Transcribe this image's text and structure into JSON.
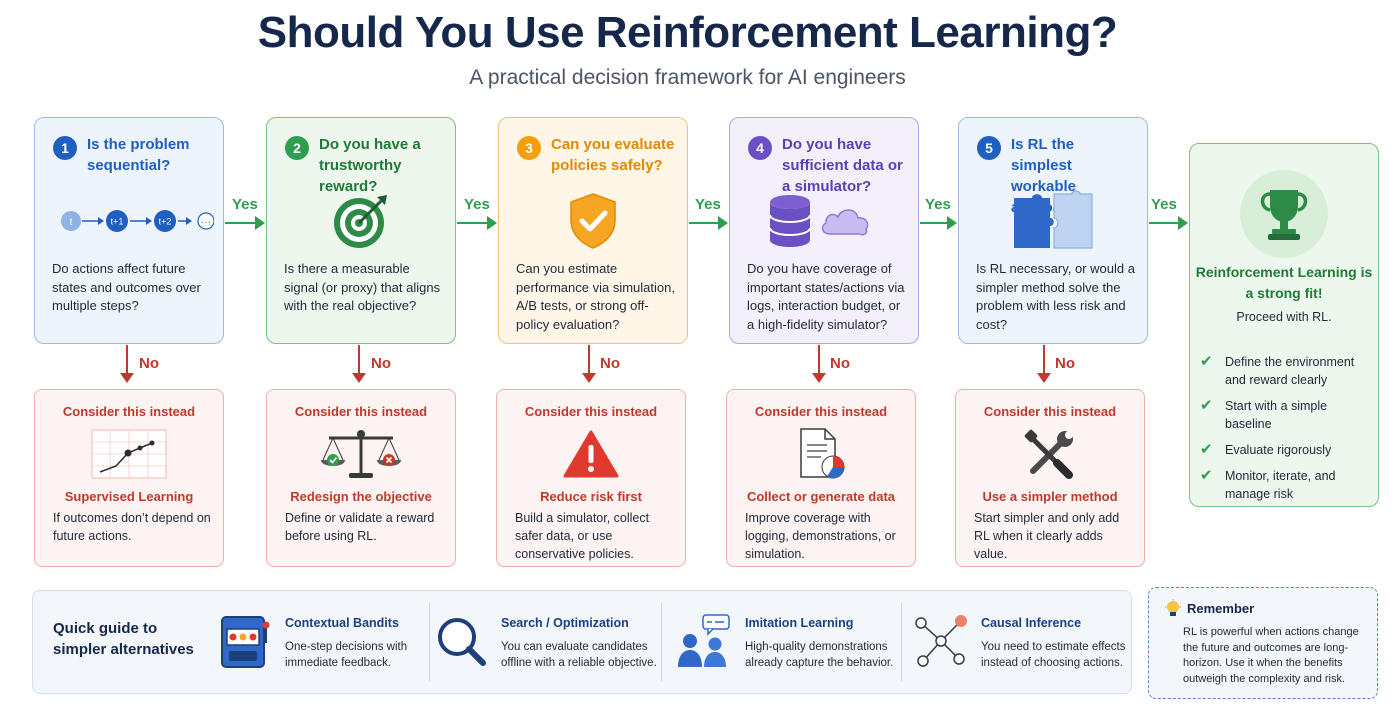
{
  "header": {
    "title": "Should You Use Reinforcement Learning?",
    "subtitle": "A practical decision framework for AI engineers"
  },
  "colors": {
    "blue": "#1f5fbf",
    "green": "#2e9e4f",
    "orange": "#f59e0b",
    "purple": "#6b4fc4",
    "red": "#c0392b",
    "navy": "#15284b"
  },
  "questions": [
    {
      "num": "1",
      "title": "Is the problem sequential?",
      "desc": "Do actions affect future states and outcomes over multiple steps?",
      "icon": "timeline-icon",
      "timeline": [
        "t",
        "t+1",
        "t+2",
        "···"
      ]
    },
    {
      "num": "2",
      "title": "Do you have a trustworthy reward?",
      "desc": "Is there a measurable signal (or proxy) that aligns with the real objective?",
      "icon": "target-icon"
    },
    {
      "num": "3",
      "title": "Can you evaluate policies safely?",
      "desc": "Can you estimate performance via simulation, A/B tests, or strong off-policy evaluation?",
      "icon": "shield-icon"
    },
    {
      "num": "4",
      "title": "Do you have sufficient data or a simulator?",
      "desc": "Do you have coverage of important states/actions via logs, interaction budget, or a high-fidelity simulator?",
      "icon": "database-cloud-icon"
    },
    {
      "num": "5",
      "title": "Is RL the simplest workable approach?",
      "desc": "Is RL necessary, or would a simpler method solve the problem with less risk and cost?",
      "icon": "puzzle-icon"
    }
  ],
  "flow": {
    "yes_label": "Yes",
    "no_label": "No"
  },
  "alternatives": [
    {
      "header": "Consider this instead",
      "name": "Supervised Learning",
      "desc": "If outcomes don’t depend on future actions.",
      "icon": "line-chart-icon"
    },
    {
      "header": "Consider this instead",
      "name": "Redesign the objective",
      "desc": "Define or validate a reward before using RL.",
      "icon": "scale-icon"
    },
    {
      "header": "Consider this instead",
      "name": "Reduce risk first",
      "desc": "Build a simulator, collect safer data, or use conservative policies.",
      "icon": "warning-icon"
    },
    {
      "header": "Consider this instead",
      "name": "Collect or generate data",
      "desc": "Improve coverage with logging, demonstrations, or simulation.",
      "icon": "report-icon"
    },
    {
      "header": "Consider this instead",
      "name": "Use a simpler method",
      "desc": "Start simpler and only add RL when it clearly adds value.",
      "icon": "tools-icon"
    }
  ],
  "fit": {
    "title": "Reinforcement Learning is a strong fit!",
    "subtitle": "Proceed with RL.",
    "items": [
      "Define the environment and reward clearly",
      "Start with a simple baseline",
      "Evaluate rigorously",
      "Monitor, iterate, and manage risk"
    ]
  },
  "guide": {
    "title": "Quick guide to simpler alternatives",
    "items": [
      {
        "title": "Contextual Bandits",
        "desc": "One-step decisions with immediate feedback.",
        "icon": "slot-machine-icon"
      },
      {
        "title": "Search / Optimization",
        "desc": "You can evaluate candidates offline with a reliable objective.",
        "icon": "magnifier-icon"
      },
      {
        "title": "Imitation Learning",
        "desc": "High-quality demonstrations already capture the behavior.",
        "icon": "people-icon"
      },
      {
        "title": "Causal Inference",
        "desc": "You need to estimate effects instead of choosing actions.",
        "icon": "graph-icon"
      }
    ]
  },
  "remember": {
    "title": "Remember",
    "text": "RL is powerful when actions change the future and outcomes are long-horizon. Use it when the benefits outweigh the complexity and risk."
  }
}
